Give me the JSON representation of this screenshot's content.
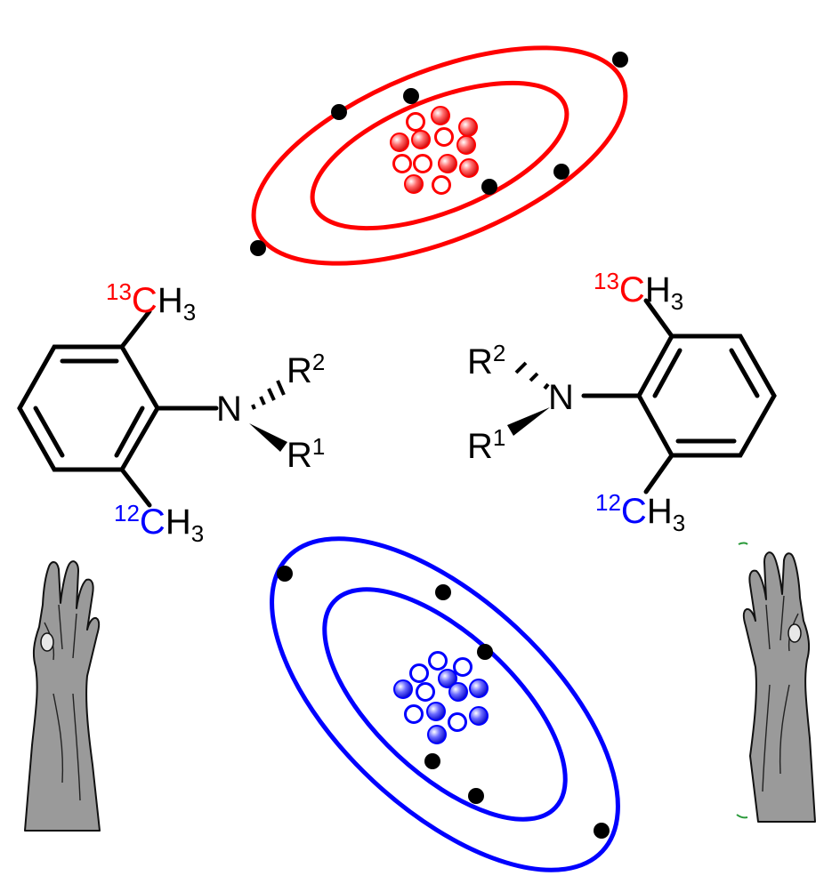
{
  "colors": {
    "carbon13": "#ff0000",
    "carbon12": "#0000ff",
    "bond": "#000000",
    "electron": "#000000",
    "hand_fill": "#9a9a9a"
  },
  "atoms": {
    "red": {
      "name": "carbon-13",
      "color": "#ff0000",
      "nucleons": 13,
      "electrons": 6
    },
    "blue": {
      "name": "carbon-12",
      "color": "#0000ff",
      "nucleons": 12,
      "electrons": 6
    }
  },
  "left_molecule": {
    "top_mass": "13",
    "top_element": "C",
    "top_hydrogens": "H",
    "top_h_count": "3",
    "bottom_mass": "12",
    "bottom_element": "C",
    "bottom_hydrogens": "H",
    "bottom_h_count": "3",
    "nitrogen": "N",
    "r_upper": "R",
    "r_upper_index": "2",
    "r_lower": "R",
    "r_lower_index": "1"
  },
  "right_molecule": {
    "top_mass": "13",
    "top_element": "C",
    "top_hydrogens": "H",
    "top_h_count": "3",
    "bottom_mass": "12",
    "bottom_element": "C",
    "bottom_hydrogens": "H",
    "bottom_h_count": "3",
    "nitrogen": "N",
    "r_upper": "R",
    "r_upper_index": "2",
    "r_lower": "R",
    "r_lower_index": "1"
  },
  "hands": [
    "left-hand",
    "right-hand"
  ]
}
